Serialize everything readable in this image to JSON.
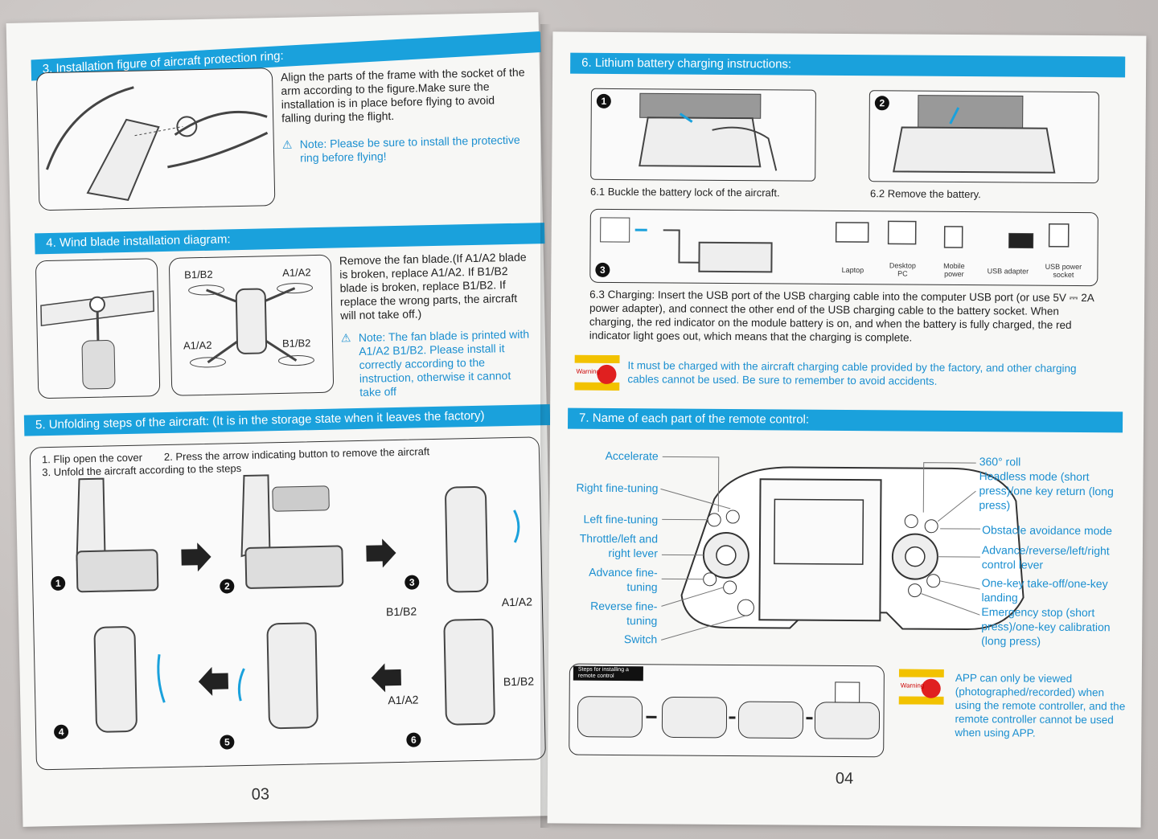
{
  "left_page": {
    "page_number": "03",
    "sec3": {
      "title": "3. Installation figure of aircraft protection ring:",
      "body": "Align the parts of the frame with the socket of the arm according to the figure.Make sure the installation is in place before flying to avoid falling during the flight.",
      "note": "Note: Please be sure to install the protective ring before flying!"
    },
    "sec4": {
      "title": "4. Wind blade installation diagram:",
      "labels": [
        "B1/B2",
        "A1/A2",
        "A1/A2",
        "B1/B2"
      ],
      "body": "Remove the fan blade.(If A1/A2 blade is broken, replace A1/A2. If B1/B2 blade is broken, replace B1/B2. If replace the wrong parts, the aircraft will not take off.)",
      "note": "Note: The fan blade is printed with A1/A2 B1/B2. Please install it correctly according to the instruction, otherwise it cannot take off"
    },
    "sec5": {
      "title": "5. Unfolding steps of the aircraft: (It is in the storage state when it leaves the factory)",
      "step1": "1. Flip open the cover",
      "step2": "2. Press the arrow indicating button to remove the aircraft",
      "step3": "3. Unfold the aircraft according to the steps",
      "step_numbers": [
        "1",
        "2",
        "3",
        "4",
        "5",
        "6"
      ],
      "blade_labels": [
        "B1/B2",
        "A1/A2",
        "A1/A2",
        "B1/B2"
      ]
    }
  },
  "right_page": {
    "page_number": "04",
    "sec6": {
      "title": "6. Lithium battery charging instructions:",
      "cap1": "6.1 Buckle the battery lock of the aircraft.",
      "cap2": "6.2 Remove the battery.",
      "devices": [
        "Laptop",
        "Desktop PC",
        "Mobile power",
        "USB adapter",
        "USB power socket"
      ],
      "charging": "6.3 Charging: Insert the USB port of the USB charging cable into the computer USB port (or use 5V ⎓ 2A power adapter), and connect the other end of the USB charging cable to the battery socket. When charging, the red indicator on the module battery is on, and when the battery is fully charged, the red indicator light goes out, which means that the charging is complete.",
      "warning_badge": "Warning",
      "warning": "It must be charged with the aircraft charging cable provided by the factory, and other charging cables cannot be used.  Be sure to remember to avoid accidents.",
      "step_numbers": [
        "1",
        "2",
        "3"
      ]
    },
    "sec7": {
      "title": "7. Name of each part of the remote control:",
      "left_labels": [
        "Accelerate",
        "Right fine-tuning",
        "Left fine-tuning",
        "Throttle/left and right lever",
        "Advance fine-tuning",
        "Reverse fine-tuning",
        "Switch"
      ],
      "right_labels": [
        "360° roll",
        "Headless mode (short press)/one key return (long press)",
        "Obstacle avoidance mode",
        "Advance/reverse/left/right control lever",
        "One-key take-off/one-key landing",
        "Emergency stop (short press)/one-key calibration (long press)"
      ],
      "install_title": "Steps for installing a remote control",
      "warning_badge": "Warning",
      "app_note": "APP can only be viewed (photographed/recorded) when using the remote controller, and the remote controller cannot be used when using APP."
    }
  },
  "colors": {
    "accent": "#1aa1dc",
    "note_text": "#1b8fd0",
    "warning_yellow": "#f2c200"
  }
}
